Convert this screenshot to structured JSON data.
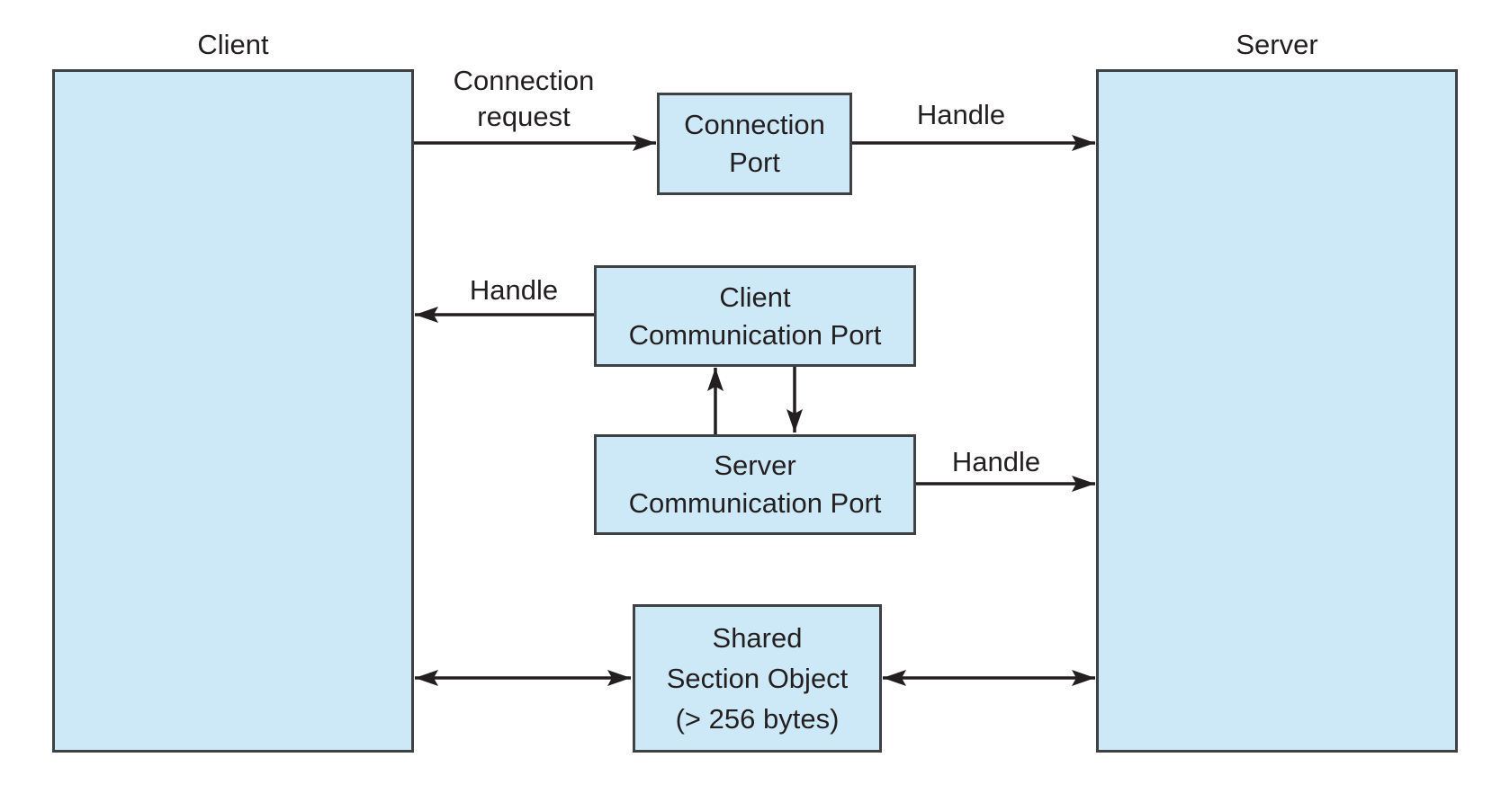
{
  "figure": {
    "kind": "flow-diagram",
    "topic": "Client-server communication via ports and shared section object"
  },
  "colors": {
    "background": "#ffffff",
    "box_fill": "#cde9f7",
    "box_border": "#3f4245",
    "text": "#231f20",
    "arrow": "#231f20"
  },
  "nodes": {
    "client": {
      "title": "Client"
    },
    "server": {
      "title": "Server"
    },
    "connection_port": {
      "lines": [
        "Connection",
        "Port"
      ]
    },
    "client_comm_port": {
      "lines": [
        "Client",
        "Communication Port"
      ]
    },
    "server_comm_port": {
      "lines": [
        "Server",
        "Communication Port"
      ]
    },
    "shared_section": {
      "lines": [
        "Shared",
        "Section Object",
        "(> 256 bytes)"
      ]
    }
  },
  "edges": {
    "connection_request": {
      "label_lines": [
        "Connection",
        "request"
      ]
    },
    "handle_top": {
      "label": "Handle"
    },
    "handle_left": {
      "label": "Handle"
    },
    "handle_right": {
      "label": "Handle"
    }
  },
  "arrows": [
    {
      "from": "client",
      "to": "connection_port",
      "type": "single",
      "label": "Connection request"
    },
    {
      "from": "connection_port",
      "to": "server",
      "type": "single",
      "label": "Handle"
    },
    {
      "from": "client_comm_port",
      "to": "client",
      "type": "single",
      "label": "Handle"
    },
    {
      "from": "server_comm_port",
      "to": "client_comm_port",
      "type": "single",
      "label": ""
    },
    {
      "from": "client_comm_port",
      "to": "server_comm_port",
      "type": "single",
      "label": ""
    },
    {
      "from": "server_comm_port",
      "to": "server",
      "type": "single",
      "label": "Handle"
    },
    {
      "from": "client",
      "to": "shared_section",
      "type": "double",
      "label": ""
    },
    {
      "from": "shared_section",
      "to": "server",
      "type": "double",
      "label": ""
    }
  ]
}
